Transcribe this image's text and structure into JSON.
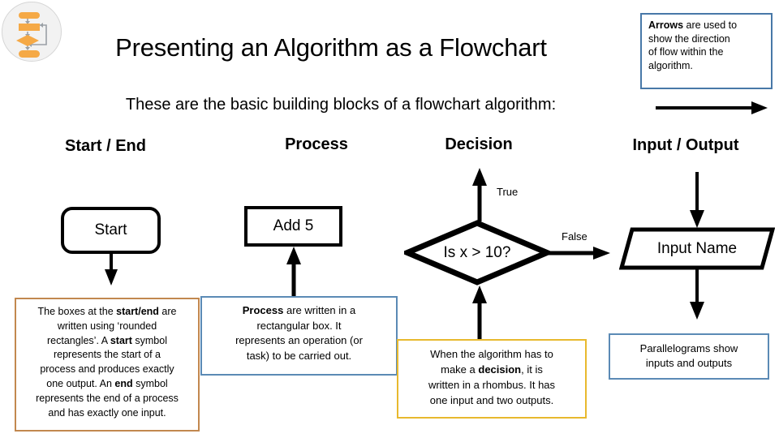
{
  "logo": {
    "name": "flowchart-logo",
    "circle_bg": "#f2f2f2",
    "shape_color": "#f5a946",
    "connector_color": "#9aa0a6"
  },
  "header": {
    "title": "Presenting an Algorithm as a Flowchart",
    "subtitle": "These are the basic building blocks of a flowchart algorithm:"
  },
  "callout": {
    "name": "arrows-note",
    "border_color": "#4878a8",
    "bold_lead": "Arrows",
    "rest": " are used to show the direction of flow within the algorithm.",
    "full_text": "Arrows are used to show the direction of flow within the algorithm."
  },
  "columns": [
    {
      "key": "start_end",
      "heading": "Start / End",
      "shape": "rounded-rectangle",
      "shape_label": "Start",
      "desc_border_color": "#c2884f",
      "desc_text": "The boxes at the start/end are written using ‘rounded rectangles’. A start symbol represents the start of a process and produces exactly one output. An end symbol represents the end of a process and has exactly one input.",
      "desc_bold_terms": [
        "start/end",
        "start",
        "end"
      ]
    },
    {
      "key": "process",
      "heading": "Process",
      "shape": "rectangle",
      "shape_label": "Add 5",
      "desc_border_color": "#5b8ab5",
      "desc_text": "Process are written in a rectangular box. It represents an operation (or task) to be carried out.",
      "desc_bold_terms": [
        "Process"
      ]
    },
    {
      "key": "decision",
      "heading": "Decision",
      "shape": "rhombus",
      "shape_label": "Is x > 10?",
      "desc_border_color": "#e8b92e",
      "desc_text": "When the algorithm has to make a decision, it is written in a rhombus. It has one input and two outputs.",
      "desc_bold_terms": [
        "decision"
      ]
    },
    {
      "key": "input_output",
      "heading": "Input / Output",
      "shape": "parallelogram",
      "shape_label": "Input Name",
      "desc_border_color": "#5b8ab5",
      "desc_text": "Parallelograms show inputs and outputs",
      "desc_bold_terms": []
    }
  ],
  "edge_labels": {
    "true": "True",
    "false": "False"
  },
  "desc_startend_lines": [
    "The boxes at the |start/end| are",
    "written using ‘rounded",
    "rectangles’. A |start| symbol",
    "represents the start of a",
    "process and produces exactly",
    "one output. An |end| symbol",
    "represents the end of a process",
    "and has exactly one input."
  ],
  "desc_process_lines": [
    "|Process| are written in a",
    "rectangular box. It",
    "represents an operation (or",
    "task) to be carried out."
  ],
  "desc_decision_lines": [
    "When the algorithm has to",
    "make a |decision|, it is",
    "written in a rhombus. It has",
    "one input and two outputs."
  ],
  "desc_io_lines": [
    "Parallelograms show",
    "inputs and outputs"
  ],
  "callout_lines": [
    "|Arrows| are used to",
    "show the direction",
    "of flow within the",
    "algorithm."
  ],
  "connectors": [
    {
      "name": "arrow-legend-right",
      "direction": "right"
    },
    {
      "name": "arrow-start-down",
      "direction": "down"
    },
    {
      "name": "arrow-process-up",
      "direction": "up"
    },
    {
      "name": "arrow-decision-true-up",
      "direction": "up"
    },
    {
      "name": "arrow-decision-false-right",
      "direction": "right"
    },
    {
      "name": "arrow-decision-in-up",
      "direction": "up"
    },
    {
      "name": "arrow-io-in-down",
      "direction": "down"
    },
    {
      "name": "arrow-io-out-down",
      "direction": "down"
    }
  ]
}
